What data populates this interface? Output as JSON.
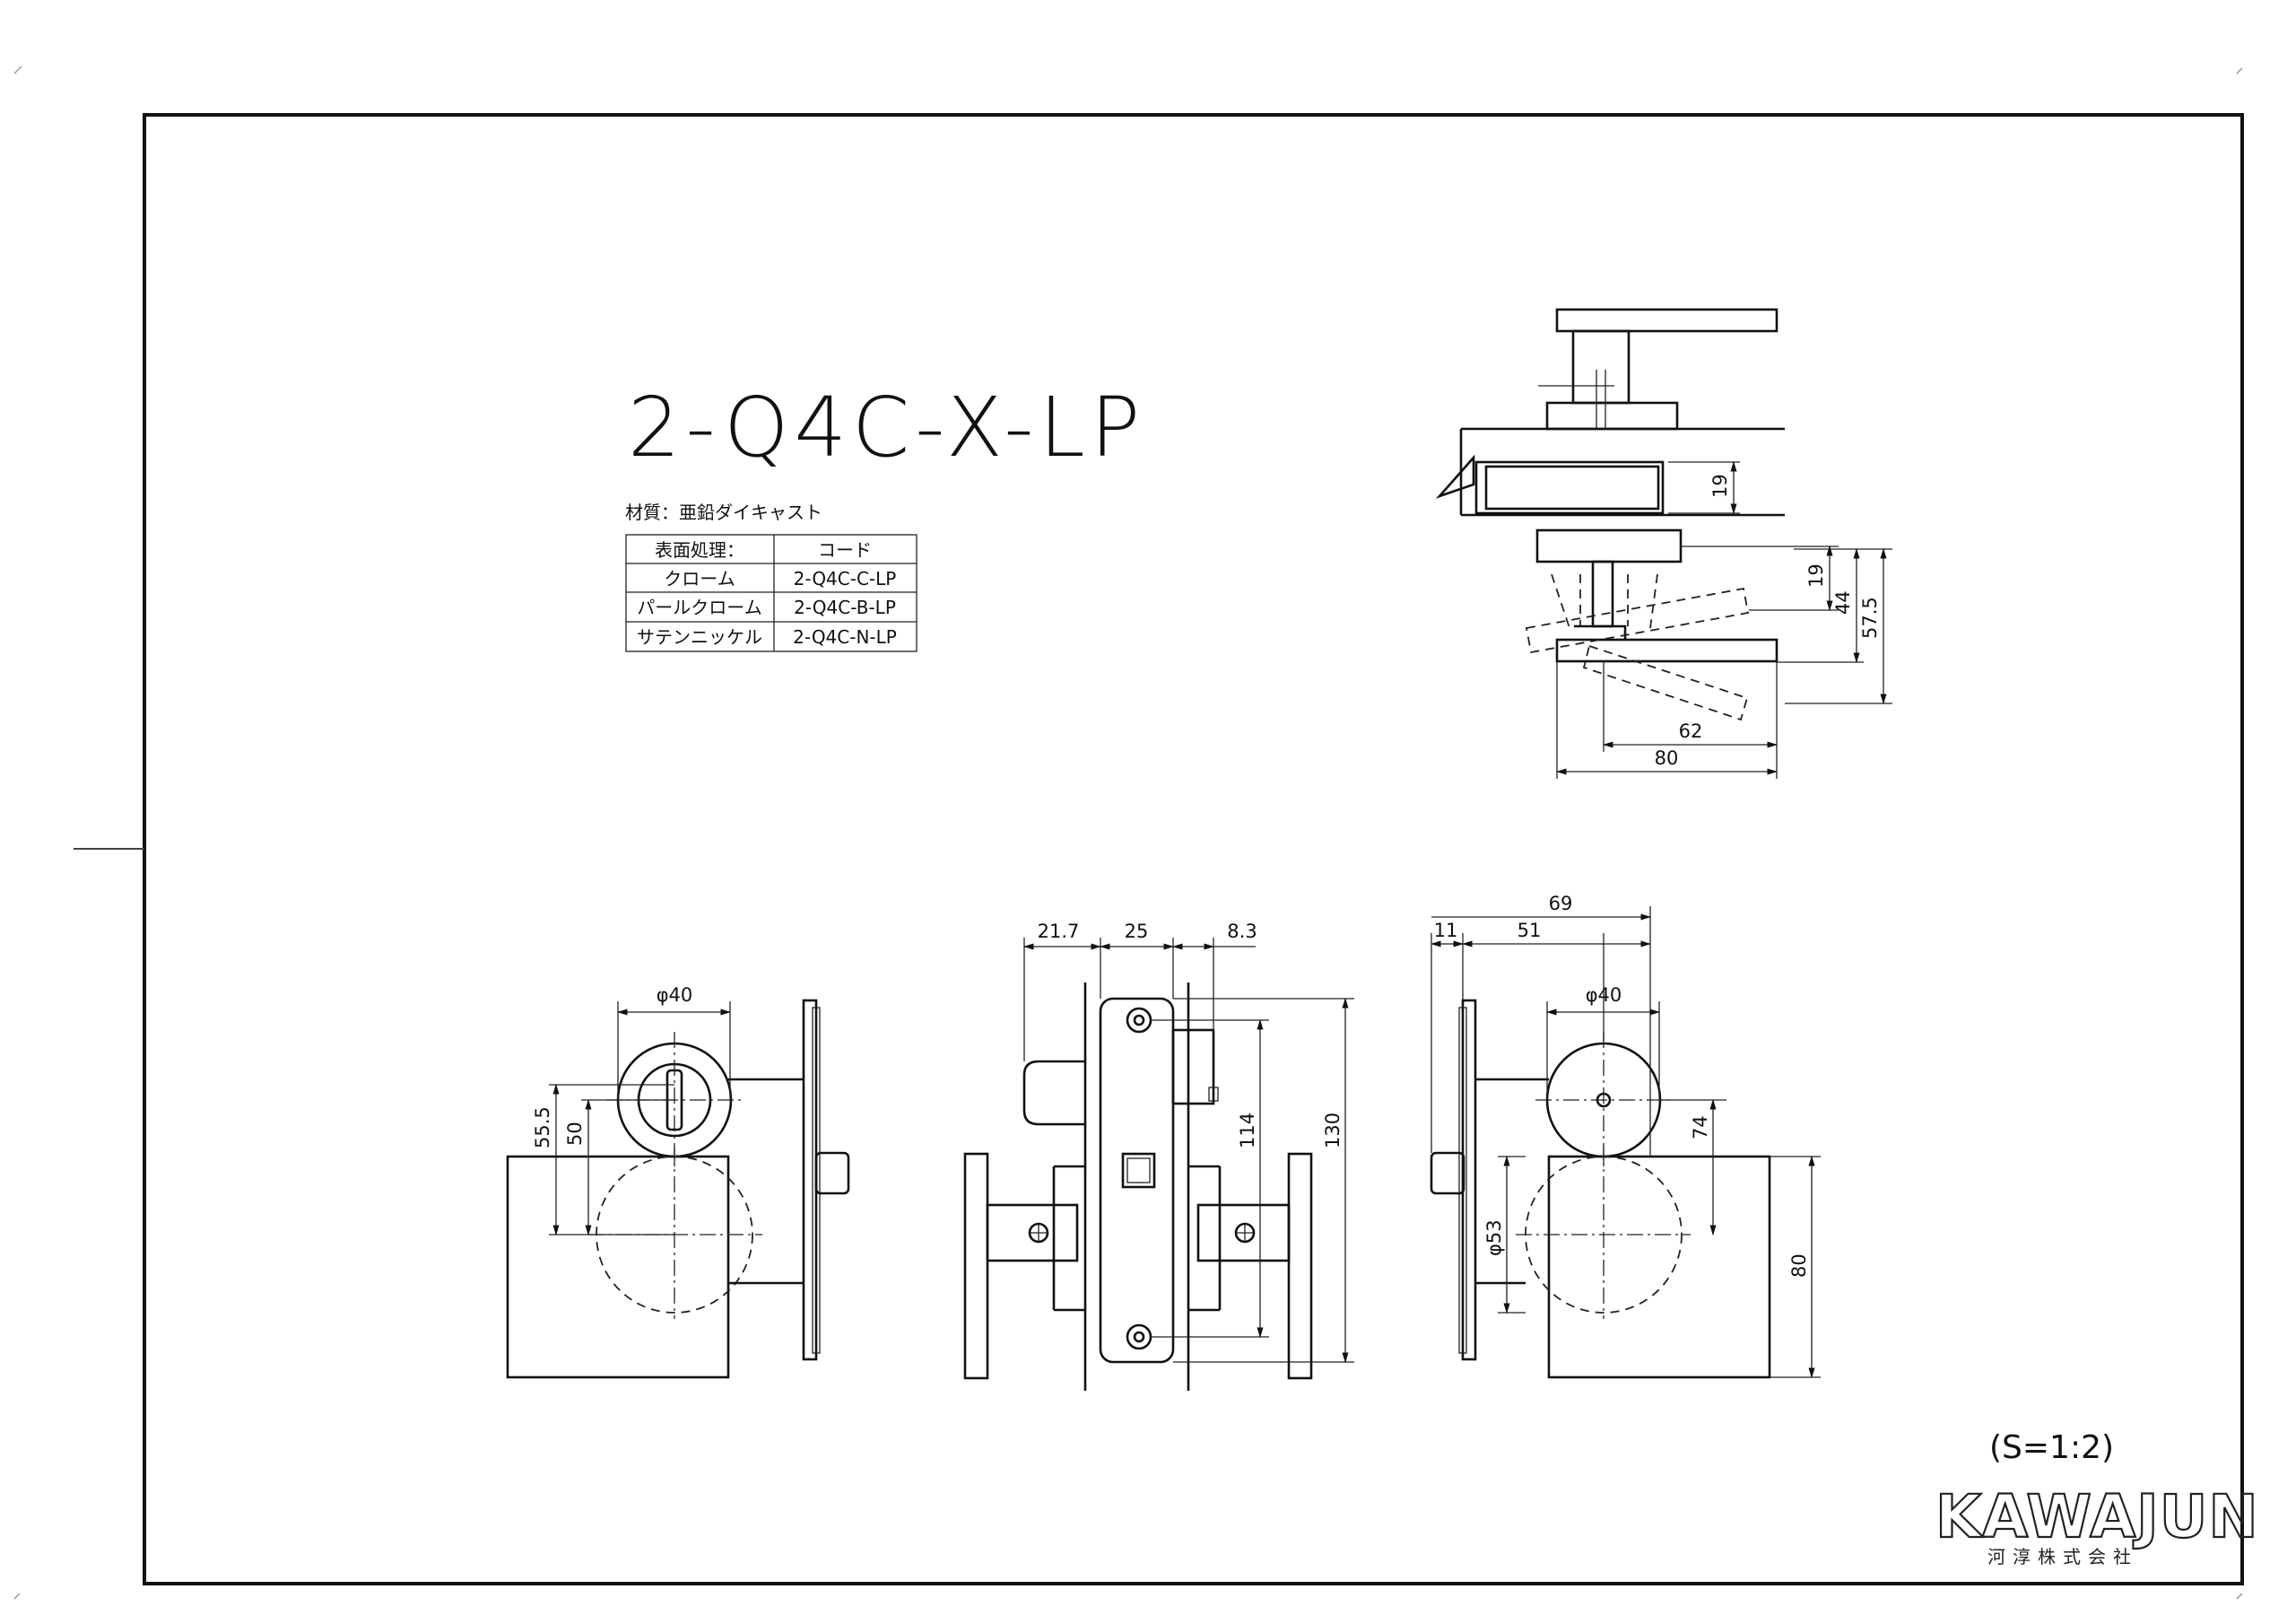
{
  "product_code": "2-Q4C-X-LP",
  "material": {
    "label": "材質：亜鉛ダイキャスト"
  },
  "finish_table": {
    "headers": [
      "表面処理：",
      "コード"
    ],
    "rows": [
      {
        "finish": "クローム",
        "code": "2-Q4C-C-LP"
      },
      {
        "finish": "パールクローム",
        "code": "2-Q4C-B-LP"
      },
      {
        "finish": "サテンニッケル",
        "code": "2-Q4C-N-LP"
      }
    ]
  },
  "scale": "(S=1:2)",
  "logo": {
    "name": "KAWAJUN",
    "company": "河淳株式会社"
  },
  "dimensions": {
    "top_view": {
      "d19a": "19",
      "d19b": "19",
      "d44": "44",
      "d57_5": "57.5",
      "d62": "62",
      "d80": "80"
    },
    "left_view": {
      "phi40": "φ40",
      "d55_5": "55.5",
      "d50": "50"
    },
    "center_view": {
      "d21_7": "21.7",
      "d25": "25",
      "d8_3": "8.3",
      "d114": "114",
      "d130": "130"
    },
    "right_view": {
      "d69": "69",
      "d11": "11",
      "d51": "51",
      "phi40": "φ40",
      "phi53": "φ53",
      "d74": "74",
      "d80": "80"
    }
  }
}
